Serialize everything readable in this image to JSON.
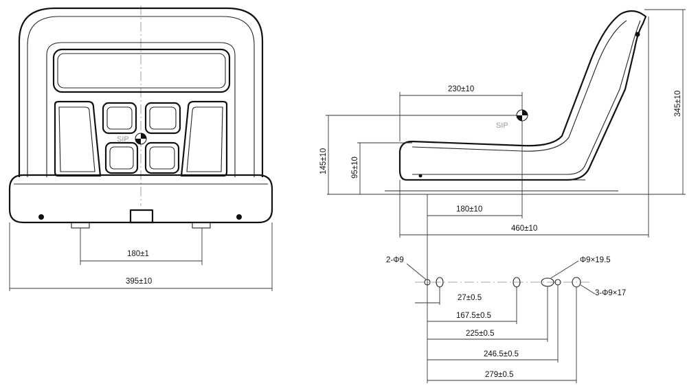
{
  "front_view": {
    "dim_bolt_spacing": "180±1",
    "dim_width": "395±10",
    "sip_label": "SIP"
  },
  "side_view": {
    "dim_sip_horizontal": "230±10",
    "dim_sip_height": "145±10",
    "dim_seat_height": "95±10",
    "dim_back_height": "345±10",
    "dim_front_to_sip": "180±10",
    "dim_depth": "460±10",
    "sip_label": "SIP"
  },
  "hole_pattern": {
    "hole_label_left": "2-Φ9",
    "hole_label_slot": "Φ9×19.5",
    "hole_label_right": "3-Φ9×17",
    "dim_1": "27±0.5",
    "dim_2": "167.5±0.5",
    "dim_3": "225±0.5",
    "dim_4": "246.5±0.5",
    "dim_5": "279±0.5"
  }
}
